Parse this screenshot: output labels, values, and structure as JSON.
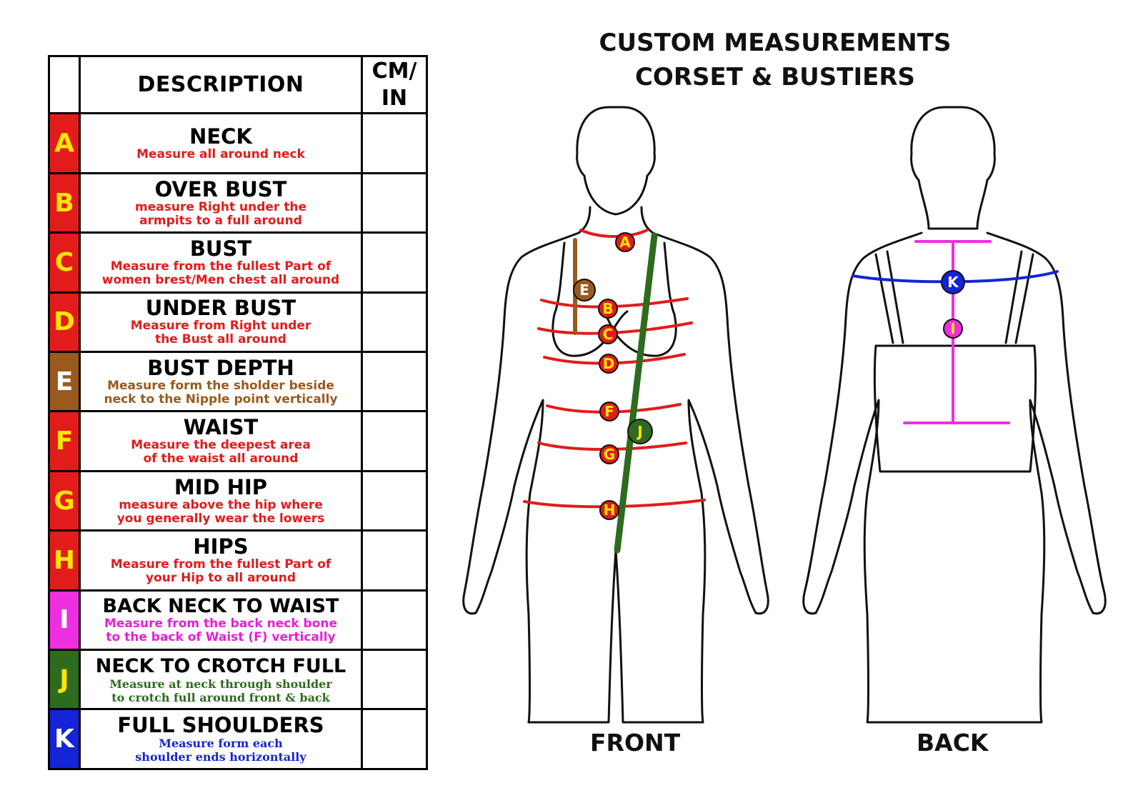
{
  "title": {
    "line1": "CUSTOM MEASUREMENTS",
    "line2": "CORSET & BUSTIERS"
  },
  "table": {
    "header": {
      "description": "DESCRIPTION",
      "unit_line1": "CM/",
      "unit_line2": "IN"
    },
    "rows": [
      {
        "letter": "A",
        "title": "NECK",
        "desc1": "Measure all around neck",
        "desc2": "",
        "color": "#e31b1b",
        "letter_color": "#ffe600",
        "desc_color": "#e31b1b"
      },
      {
        "letter": "B",
        "title": "OVER BUST",
        "desc1": "measure Right under the",
        "desc2": "armpits to a full around",
        "color": "#e31b1b",
        "letter_color": "#ffe600",
        "desc_color": "#e31b1b"
      },
      {
        "letter": "C",
        "title": "BUST",
        "desc1": "Measure from the fullest Part of",
        "desc2": "women brest/Men chest all around",
        "color": "#e31b1b",
        "letter_color": "#ffe600",
        "desc_color": "#e31b1b"
      },
      {
        "letter": "D",
        "title": "UNDER BUST",
        "desc1": "Measure from Right under",
        "desc2": "the Bust all around",
        "color": "#e31b1b",
        "letter_color": "#ffe600",
        "desc_color": "#e31b1b"
      },
      {
        "letter": "E",
        "title": "BUST DEPTH",
        "desc1": "Measure form the sholder beside",
        "desc2": "neck to the Nipple point vertically",
        "color": "#9a5a1e",
        "letter_color": "#ffffff",
        "desc_color": "#9a5a1e"
      },
      {
        "letter": "F",
        "title": "WAIST",
        "desc1": "Measure the deepest area",
        "desc2": "of the waist all around",
        "color": "#e31b1b",
        "letter_color": "#ffe600",
        "desc_color": "#e31b1b"
      },
      {
        "letter": "G",
        "title": "MID HIP",
        "desc1": "measure above the hip where",
        "desc2": "you generally wear the lowers",
        "color": "#e31b1b",
        "letter_color": "#ffe600",
        "desc_color": "#e31b1b"
      },
      {
        "letter": "H",
        "title": "HIPS",
        "desc1": "Measure from the fullest Part of",
        "desc2": "your Hip to all around",
        "color": "#e31b1b",
        "letter_color": "#ffe600",
        "desc_color": "#e31b1b"
      },
      {
        "letter": "I",
        "title": "BACK NECK TO WAIST",
        "desc1": "Measure from the back neck bone",
        "desc2": "to the back of Waist (F) vertically",
        "color": "#ee2fe0",
        "letter_color": "#ffffff",
        "desc_color": "#e81fd8"
      },
      {
        "letter": "J",
        "title": "NECK TO CROTCH FULL",
        "desc1": "Measure at neck through shoulder",
        "desc2": "to crotch full around front & back",
        "color": "#2e6b1f",
        "letter_color": "#ffe600",
        "desc_color": "#2e6b1f"
      },
      {
        "letter": "K",
        "title": "FULL SHOULDERS",
        "desc1": "Measure form each",
        "desc2": "shoulder ends horizontally",
        "color": "#1424d6",
        "letter_color": "#ffffff",
        "desc_color": "#1424d6"
      }
    ]
  },
  "views": {
    "front": "FRONT",
    "back": "BACK"
  },
  "markers": {
    "front": [
      "A",
      "B",
      "C",
      "D",
      "E",
      "F",
      "G",
      "H",
      "J"
    ],
    "back": [
      "K",
      "I"
    ]
  },
  "colors": {
    "red_line": "#e31b1b",
    "brown_line": "#9a5a1e",
    "green_line": "#2e6b1f",
    "pink_line": "#ee2fe0",
    "blue_line": "#1424d6",
    "outline": "#111111"
  }
}
